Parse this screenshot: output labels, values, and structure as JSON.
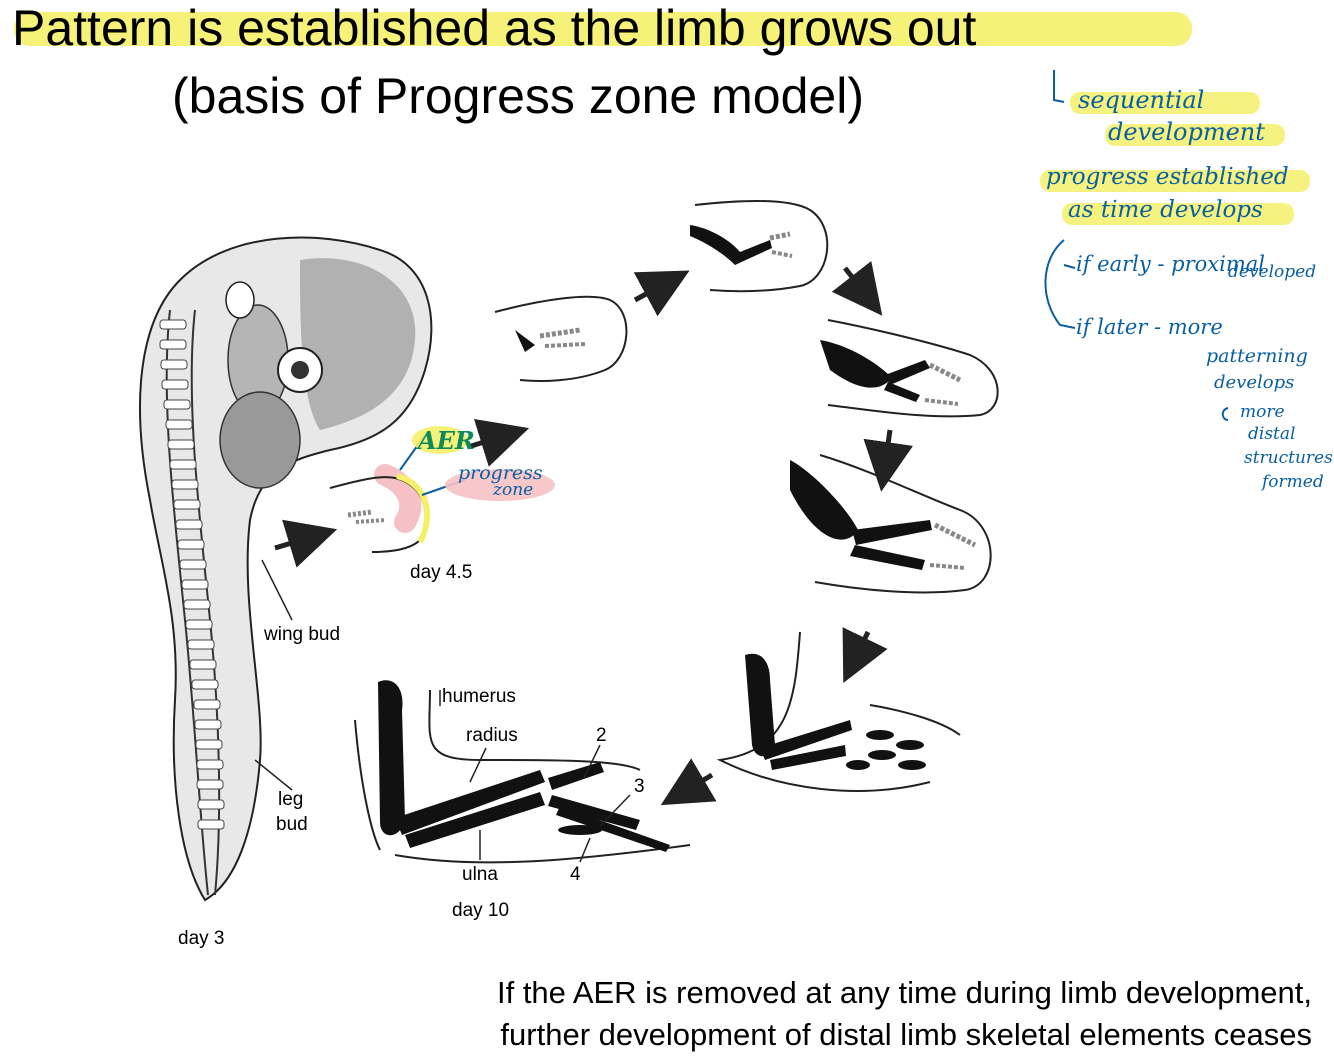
{
  "title": {
    "line1": "Pattern is established as the limb grows out",
    "line2": "(basis of Progress zone model)"
  },
  "labels": {
    "day3": "day 3",
    "day45": "day 4.5",
    "day10": "day 10",
    "wing_bud": "wing bud",
    "leg": "leg",
    "bud": "bud",
    "humerus": "humerus",
    "radius": "radius",
    "ulna": "ulna",
    "digit2": "2",
    "digit3": "3",
    "digit4": "4"
  },
  "annotations": {
    "aer": "AER",
    "progress_zone_1": "progress",
    "progress_zone_2": "zone",
    "notes": [
      "sequential",
      "development",
      "progress established",
      "as time develops",
      "if early - proximal",
      "developed",
      "if later - more",
      "patterning",
      "develops",
      "more",
      "distal",
      "structures",
      "formed"
    ]
  },
  "footer": {
    "line1": "If the AER is removed at any time during limb development,",
    "line2": "further development of distal limb skeletal elements ceases"
  },
  "colors": {
    "highlight_yellow": "#f4f06a",
    "highlight_pink": "#f6c1c4",
    "ink_blue": "#0a5fa0",
    "ink_green": "#0e8a5a"
  }
}
